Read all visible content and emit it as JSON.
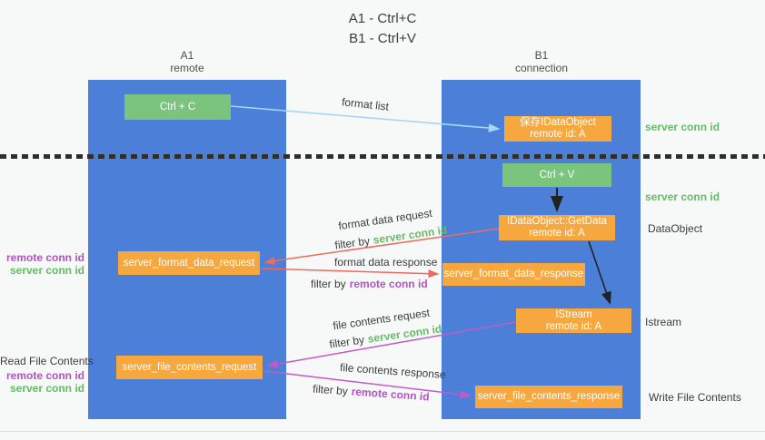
{
  "title": {
    "line1": "A1 - Ctrl+C",
    "line2": "B1 - Ctrl+V"
  },
  "columns": {
    "a1": {
      "name": "A1",
      "role": "remote"
    },
    "b1": {
      "name": "B1",
      "role": "connection"
    }
  },
  "boxes": {
    "ctrl_c": "Ctrl + C",
    "ctrl_v": "Ctrl + V",
    "save_idataobject": {
      "line1": "保存IDataObject",
      "line2": "remote id: A"
    },
    "getdata": {
      "line1": "IDataObject::GetData",
      "line2": "remote id: A"
    },
    "format_request": "server_format_data_request",
    "format_response": "server_format_data_response",
    "istream": {
      "line1": "IStream",
      "line2": "remote id: A"
    },
    "file_request": "server_file_contents_request",
    "file_response": "server_file_contents_response"
  },
  "labels": {
    "format_list": "format list",
    "format_data_request": "format data request",
    "format_data_response": "format data response",
    "file_contents_request": "file contents request",
    "file_contents_response": "file contents response",
    "filter_by": "filter by",
    "server_conn_id": "server conn id",
    "remote_conn_id": "remote conn id",
    "dataobject": "DataObject",
    "istream": "Istream",
    "read_file_contents": "Read File Contents",
    "write_file_contents": "Write File Contents"
  },
  "colors": {
    "lifeline_blue": "#4c80d8",
    "box_green": "#7bc47e",
    "box_orange": "#f6a83e",
    "arrow_light_blue": "#a9d5f5",
    "arrow_red": "#ec6a5f",
    "arrow_magenta": "#c35ac6",
    "arrow_black": "#222222",
    "text_green": "#66bb66",
    "text_purple": "#b153c1"
  }
}
